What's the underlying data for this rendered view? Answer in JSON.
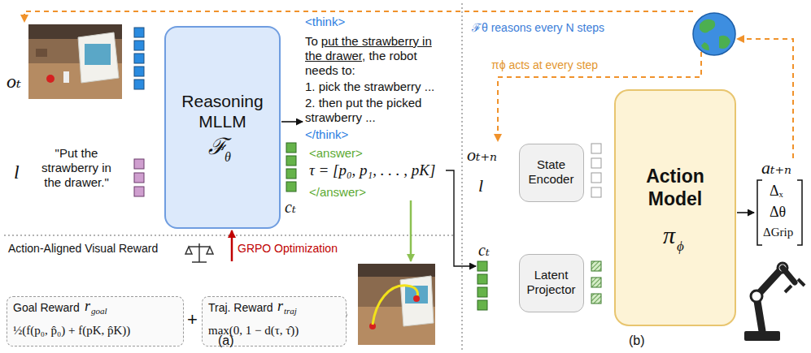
{
  "diagram": {
    "nodes": [
      {
        "text": [
          "Reasoning MLLM",
          "ℱ",
          "θ"
        ]
      },
      {
        "text": [
          "Goal Reward",
          "r",
          "goal",
          "½(f(p₀, p̂₀) + f(pK, p̂K))"
        ]
      },
      {
        "text": [
          "Traj. Reward",
          "r",
          "traj",
          "max(0, 1 − d(τ, τ̂))"
        ]
      },
      {
        "text": [
          "State Encoder"
        ]
      },
      {
        "text": [
          "Latent Projector"
        ]
      },
      {
        "text": [
          "Action Model",
          "π",
          "ϕ"
        ]
      }
    ],
    "labels": [
      "oₜ",
      "l",
      "\"Put the strawberry in the drawer.\"",
      "<think>",
      "To",
      "put the strawberry in the drawer",
      ", the robot needs to:",
      "1. pick the strawberry ...",
      "2. then put the picked strawberry ...",
      "</think>",
      "<answer>",
      "τ = [p₀, p₁, . . . , pK]",
      "</answer>",
      "cₜ",
      "Action-Aligned Visual Reward",
      "GRPO Optimization",
      "+",
      "(a)",
      "ℱθ reasons every N steps",
      "πϕ acts at every step",
      "oₜ₊ₙ",
      "l",
      "cₜ",
      "aₜ₊ₙ",
      "Δₓ",
      "Δθ",
      "ΔGrip",
      "(b)"
    ]
  }
}
